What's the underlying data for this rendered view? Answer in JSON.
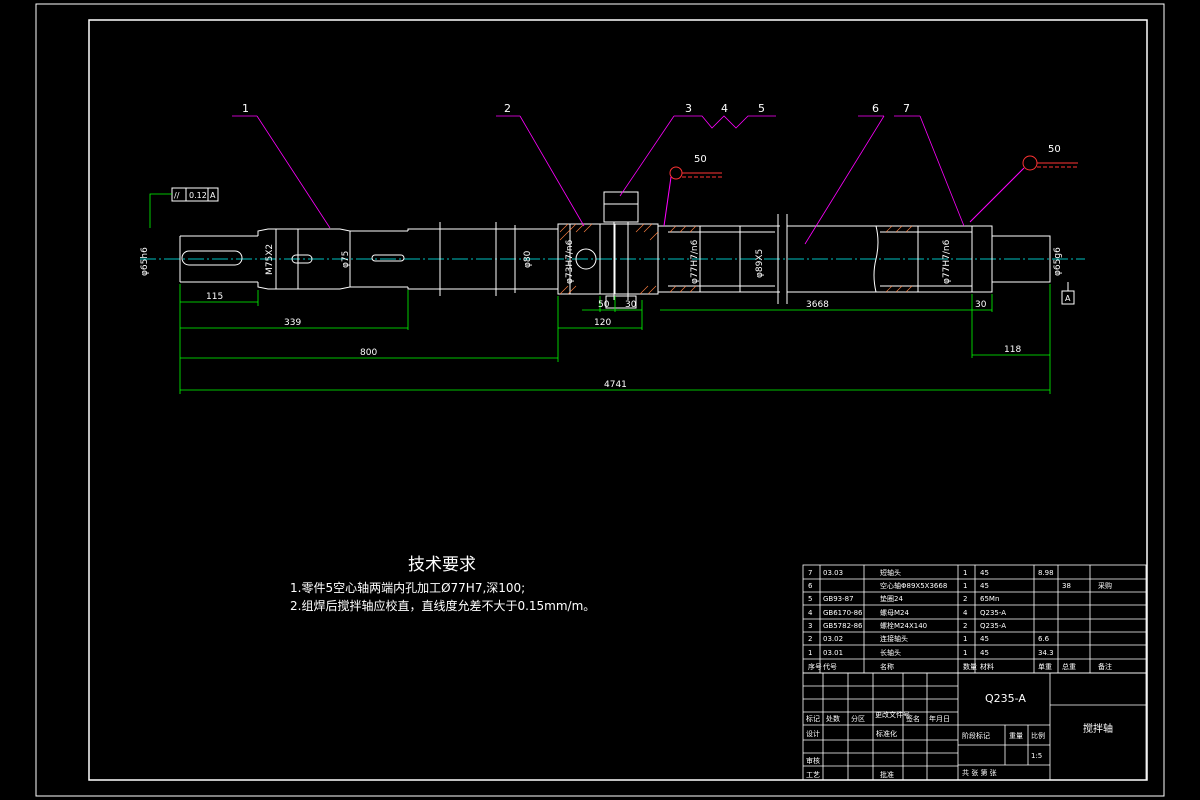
{
  "colors": {
    "background": "#000000",
    "frame": "#ffffff",
    "leader": "#ff00ff",
    "centerline": "#00ffff",
    "dimension": "#00ff00",
    "hatch": "#ff8040",
    "finish": "#ff3333"
  },
  "geometric_tolerance": {
    "symbol": "//",
    "value": "0.12",
    "datum": "A"
  },
  "datum_label": "A",
  "part_numbers": [
    "1",
    "2",
    "3",
    "4",
    "5",
    "6",
    "7"
  ],
  "surface_finish": [
    "50",
    "50"
  ],
  "dims": {
    "d_left_end": "φ65h6",
    "thread": "M75X2",
    "d75": "φ75",
    "d80": "φ80",
    "fit_73": "φ73H7/n6",
    "fit_77a": "φ77H7/n6",
    "d89": "φ89X5",
    "fit_77b": "φ77H7/n6",
    "d_right_end": "φ65g6",
    "l115": "115",
    "l339": "339",
    "l800": "800",
    "l4741": "4741",
    "l50": "50",
    "l30a": "30",
    "l120": "120",
    "l3668": "3668",
    "l30b": "30",
    "l118": "118"
  },
  "notes": {
    "title": "技术要求",
    "line1": "1.零件5空心轴两端内孔加工Ø77H7,深100;",
    "line2": "2.组焊后搅拌轴应校直，直线度允差不大于0.15mm/m。"
  },
  "bom": {
    "rows": [
      {
        "no": "7",
        "code": "03.03",
        "name": "短轴头",
        "qty": "1",
        "material": "45",
        "unit_wt": "8.98",
        "total_wt": "",
        "remark": ""
      },
      {
        "no": "6",
        "code": "",
        "name": "空心轴Φ89X5X3668",
        "qty": "1",
        "material": "45",
        "unit_wt": "",
        "total_wt": "38",
        "remark": "采购"
      },
      {
        "no": "5",
        "code": "GB93-87",
        "name": "垫圈24",
        "qty": "2",
        "material": "65Mn",
        "unit_wt": "",
        "total_wt": "",
        "remark": ""
      },
      {
        "no": "4",
        "code": "GB6170-86",
        "name": "螺母M24",
        "qty": "4",
        "material": "Q235-A",
        "unit_wt": "",
        "total_wt": "",
        "remark": ""
      },
      {
        "no": "3",
        "code": "GB5782-86",
        "name": "螺栓M24X140",
        "qty": "2",
        "material": "Q235-A",
        "unit_wt": "",
        "total_wt": "",
        "remark": ""
      },
      {
        "no": "2",
        "code": "03.02",
        "name": "连接轴头",
        "qty": "1",
        "material": "45",
        "unit_wt": "6.6",
        "total_wt": "",
        "remark": ""
      },
      {
        "no": "1",
        "code": "03.01",
        "name": "长轴头",
        "qty": "1",
        "material": "45",
        "unit_wt": "34.3",
        "total_wt": "",
        "remark": ""
      }
    ],
    "header": {
      "no": "序号",
      "code": "代号",
      "name": "名称",
      "qty": "数量",
      "material": "材料",
      "unit_wt": "单重",
      "total_wt": "总重",
      "remark": "备注"
    }
  },
  "title_block": {
    "material": "Q235-A",
    "drawing_name": "搅拌轴",
    "rev_headers": [
      "标记",
      "处数",
      "分区",
      "更改文件号",
      "签名",
      "年月日"
    ],
    "design": "设计",
    "standardize": "标准化",
    "review": "审核",
    "process": "工艺",
    "approve": "批准",
    "stage_mark": "阶段标记",
    "weight": "重量",
    "scale": "比例",
    "scale_value": "1:5",
    "sheets": "共  张  第  张"
  }
}
